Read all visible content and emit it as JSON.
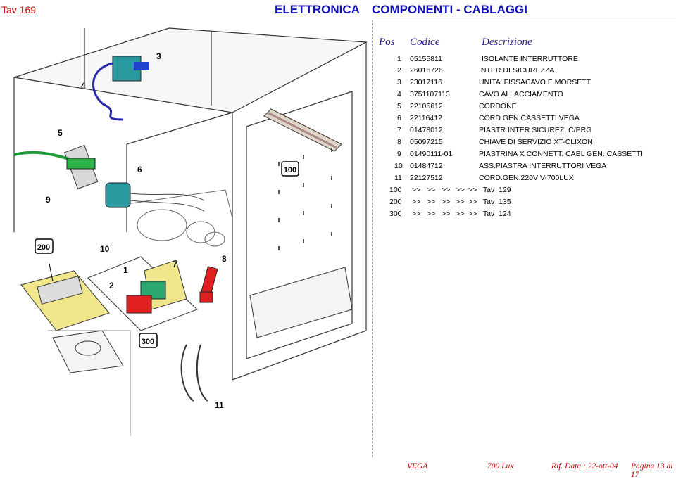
{
  "header": {
    "tav": "Tav 169",
    "section": "ELETTRONICA",
    "subsection": "COMPONENTI - CABLAGGI"
  },
  "table": {
    "columns": [
      "Pos",
      "Codice",
      "Descrizione"
    ],
    "rows": [
      {
        "pos": "1",
        "code": "05155811",
        "desc": "ISOLANTE  INTERRUTTORE"
      },
      {
        "pos": "2",
        "code": "26016726",
        "desc": "INTER.DI SICUREZZA"
      },
      {
        "pos": "3",
        "code": "23017116",
        "desc": "UNITA' FISSACAVO E MORSETT."
      },
      {
        "pos": "4",
        "code": "3751107113",
        "desc": "CAVO ALLACCIAMENTO"
      },
      {
        "pos": "5",
        "code": "22105612",
        "desc": "CORDONE"
      },
      {
        "pos": "6",
        "code": "22116412",
        "desc": "CORD.GEN.CASSETTI VEGA"
      },
      {
        "pos": "7",
        "code": "01478012",
        "desc": "PIASTR.INTER.SICUREZ. C/PRG"
      },
      {
        "pos": "8",
        "code": "05097215",
        "desc": "CHIAVE DI SERVIZIO XT-CLIXON"
      },
      {
        "pos": "9",
        "code": "01490111-01",
        "desc": "PIASTRINA X CONNETT. CABL GEN. CASSETTI"
      },
      {
        "pos": "10",
        "code": "01484712",
        "desc": "ASS.PIASTRA INTERRUTTORI VEGA"
      },
      {
        "pos": "11",
        "code": "22127512",
        "desc": "CORD.GEN.220V V-700LUX"
      },
      {
        "pos": "100",
        "code": ">>   >>   >>",
        "desc": ">>  >>   Tav  129"
      },
      {
        "pos": "200",
        "code": ">>   >>   >>",
        "desc": ">>  >>   Tav  135"
      },
      {
        "pos": "300",
        "code": ">>   >>   >>",
        "desc": ">>  >>   Tav  124"
      }
    ]
  },
  "callouts": [
    "3",
    "4",
    "5",
    "6",
    "9",
    "100",
    "200",
    "10",
    "7",
    "8",
    "1",
    "2",
    "300",
    "11"
  ],
  "footer": {
    "model": "VEGA",
    "lux": "700 Lux",
    "rif": "Rif. Data : 22-ott-04",
    "page": "Pagina 13 di 17"
  },
  "colors": {
    "tav": "#d40000",
    "title": "#1010c0",
    "header_italic": "#2a1a8a",
    "footer": "#c00000"
  }
}
